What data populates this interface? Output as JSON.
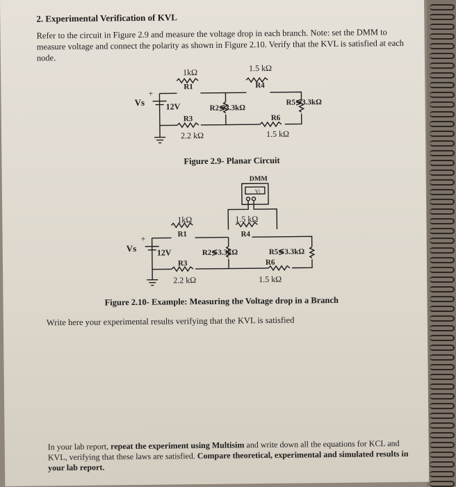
{
  "section_title": "2. Experimental Verification of KVL",
  "intro": {
    "text": "Refer to the circuit in Figure 2.9 and measure the voltage drop in each branch. Note: set the DMM to measure voltage and connect the polarity as shown in Figure 2.10. Verify that the KVL is satisfied at each node."
  },
  "fig29": {
    "caption": "Figure 2.9- Planar Circuit",
    "r1_value": "1kΩ",
    "r1_name": "R1",
    "r4_value": "1.5 kΩ",
    "r4_name": "R4",
    "source_name": "Vs",
    "source_value": "12V",
    "r2": "R2≶3.3kΩ",
    "r5": "R5≶3.3kΩ",
    "r3_name": "R3",
    "r3_value": "2.2 kΩ",
    "r6_name": "R6",
    "r6_value": "1.5 kΩ"
  },
  "fig210": {
    "caption": "Figure 2.10- Example: Measuring the Voltage drop in a Branch",
    "dmm_label": "DMM",
    "dmm_screen": "V|",
    "r1_value": "1kΩ",
    "r1_name": "R1",
    "r4_value": "1.5 kΩ",
    "r4_name": "R4",
    "source_name": "Vs",
    "source_value": "12V",
    "r2": "R2≶3.3kΩ",
    "r5": "R5≶3.3kΩ",
    "r3_name": "R3",
    "r3_value": "2.2 kΩ",
    "r6_name": "R6",
    "r6_value": "1.5 kΩ"
  },
  "instruction": "Write here your experimental results verifying that the KVL is satisfied",
  "footer": {
    "part1": "In your lab report, ",
    "bold1": "repeat the experiment using Multisim",
    "part2": " and write down all the equations for KCL and KVL, verifying that these laws are satisfied. ",
    "bold2": "Compare theoretical, experimental and simulated results in your lab report."
  }
}
